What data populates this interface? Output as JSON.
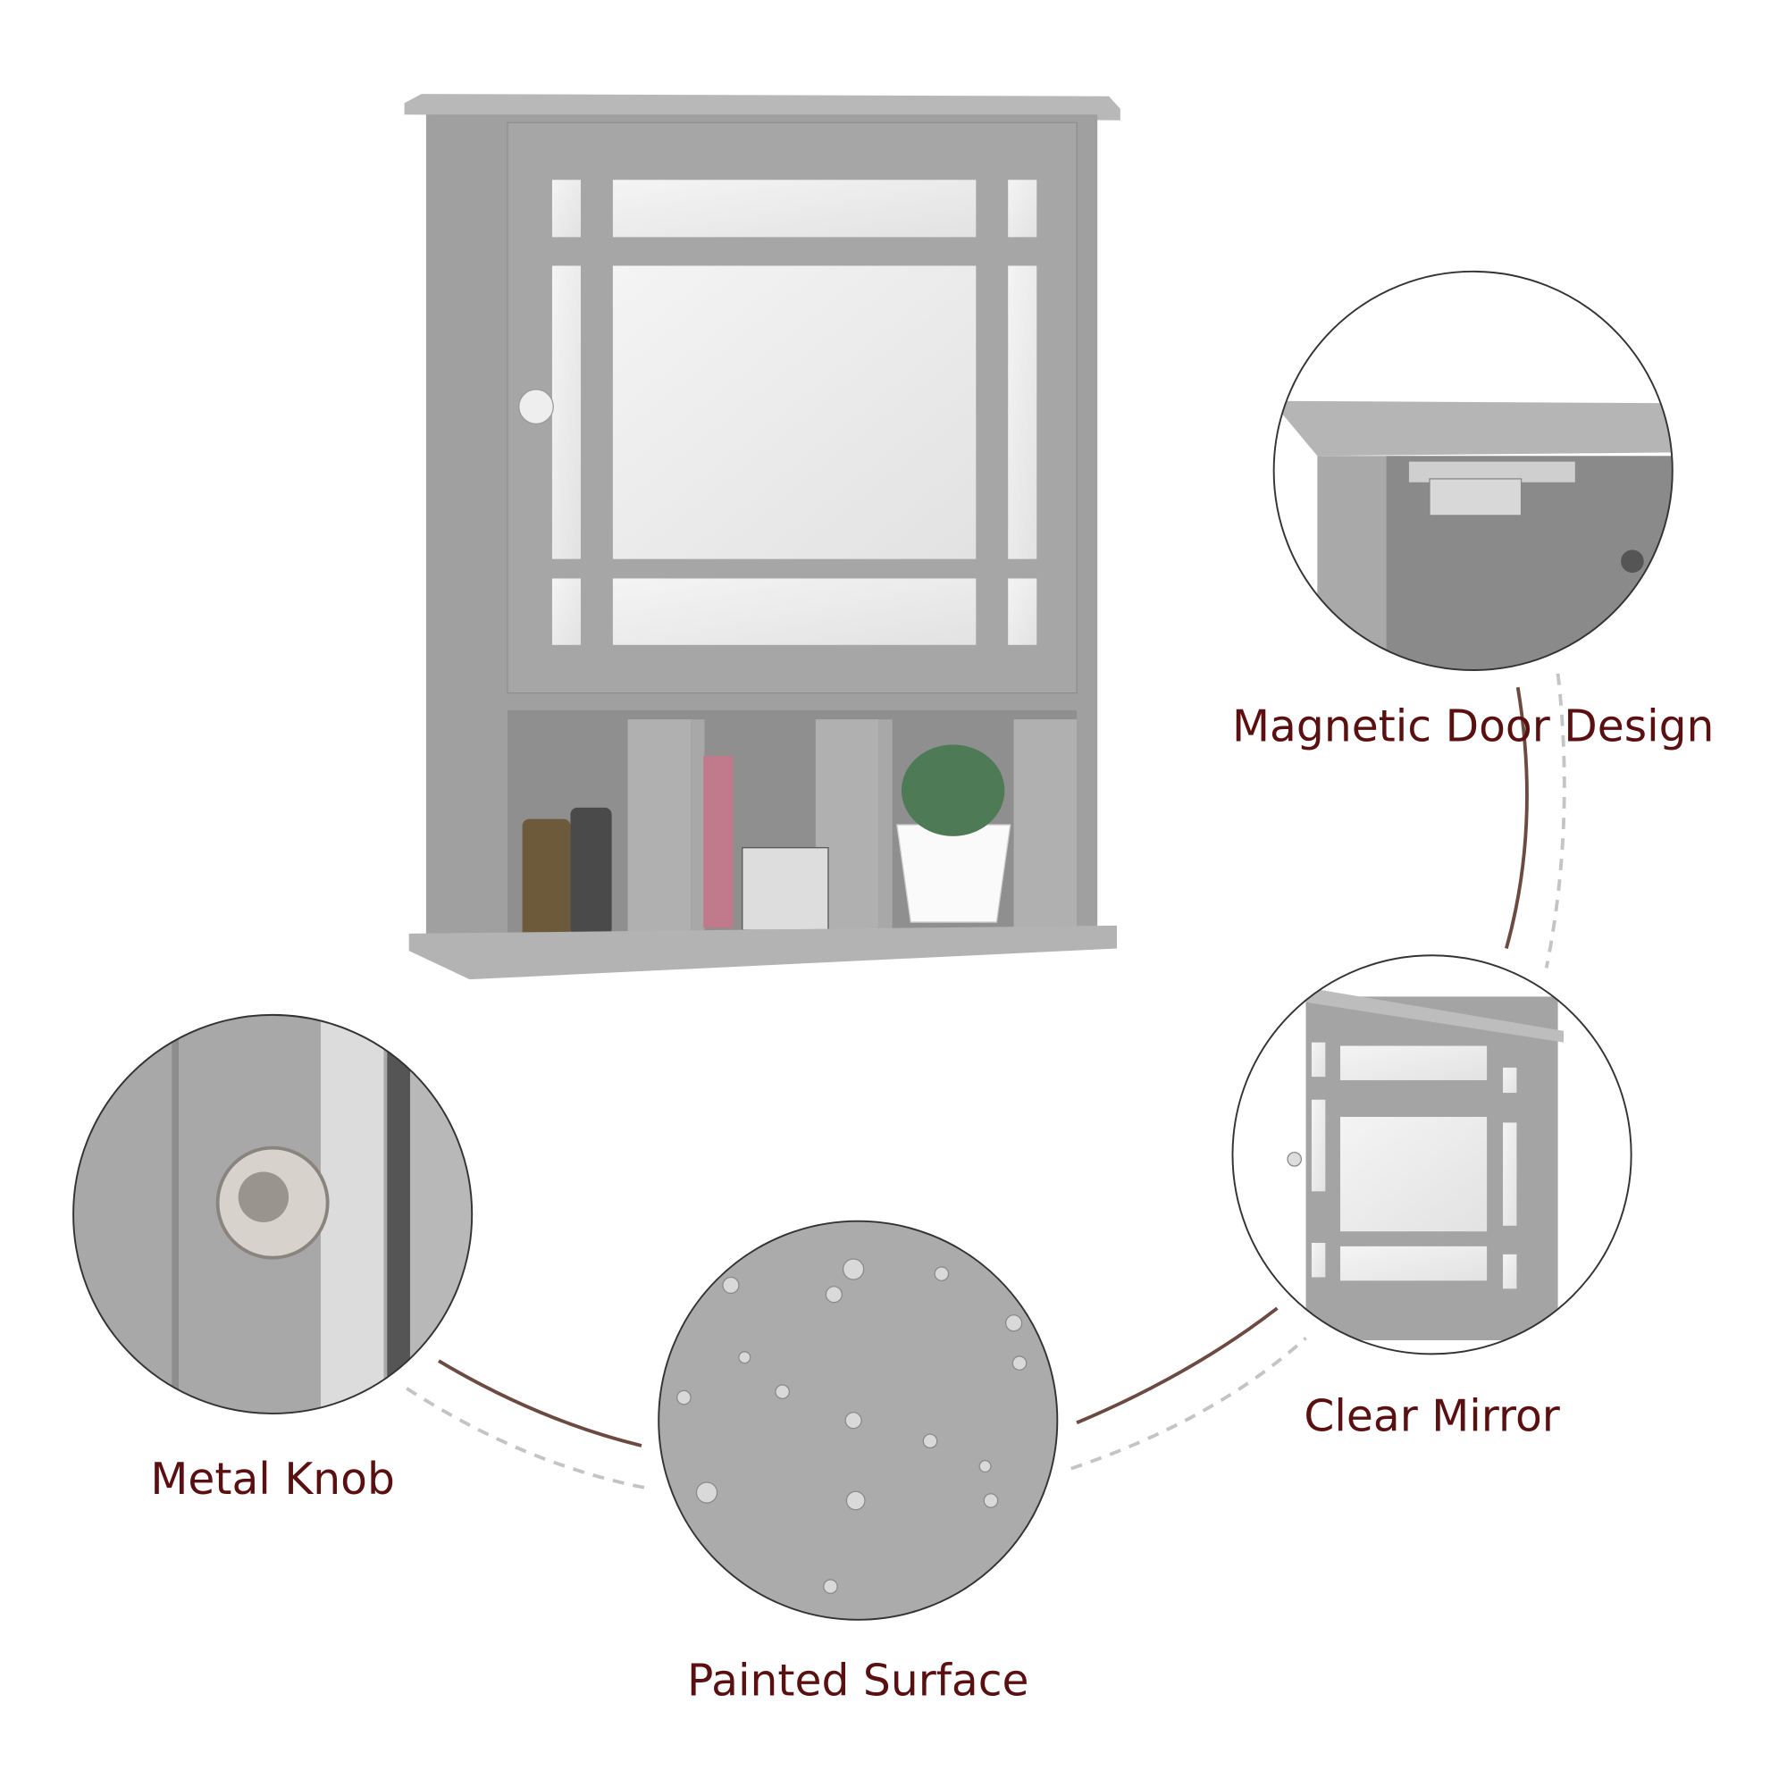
{
  "features": [
    {
      "label": "Magnetic Door Design",
      "icon": "magnetic-latch-closeup"
    },
    {
      "label": "Clear Mirror",
      "icon": "mirror-door-closeup"
    },
    {
      "label": "Painted Surface",
      "icon": "water-droplets-closeup"
    },
    {
      "label": "Metal Knob",
      "icon": "metal-knob-closeup"
    }
  ],
  "colors": {
    "label_text": "#5a1010",
    "cabinet": "#a3a3a3",
    "connector_solid": "#6b4a42",
    "connector_dashed": "#c4c4c4"
  }
}
